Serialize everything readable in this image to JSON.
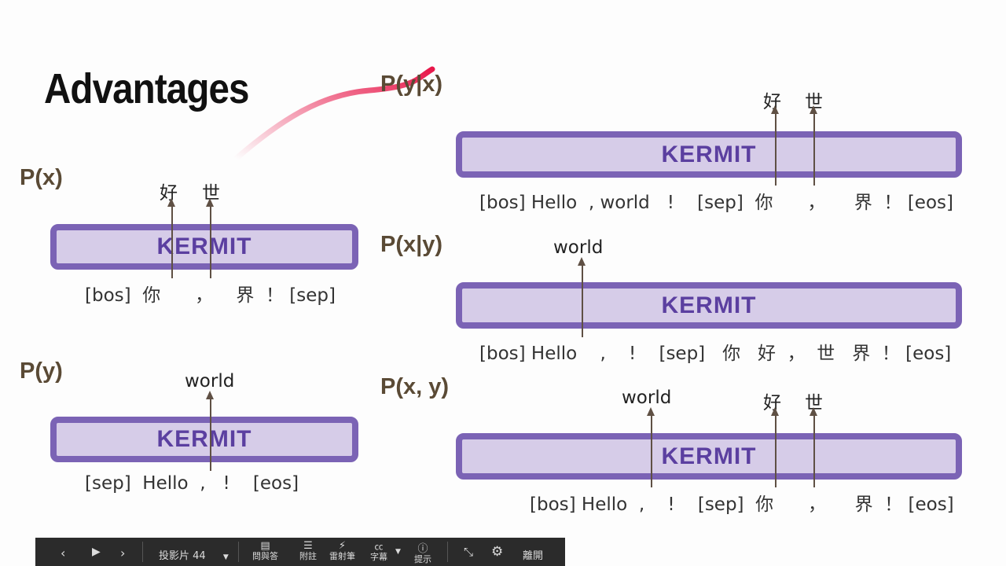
{
  "slide": {
    "title": "Advantages",
    "panels": {
      "px": {
        "label": "P(x)",
        "model": "KERMIT",
        "tokens": "[bos]  你      ，    界  ！ [sep]",
        "outputs": [
          "好",
          "世"
        ]
      },
      "py": {
        "label": "P(y)",
        "model": "KERMIT",
        "tokens": "[sep]  Hello  ,   !    [eos]",
        "outputs": [
          "world"
        ]
      },
      "pyx": {
        "label": "P(y|x)",
        "model": "KERMIT",
        "tokens": "[bos] Hello  , world   !    [sep]  你      ，     界  ！ [eos]",
        "outputs": [
          "好",
          "世"
        ]
      },
      "pxy": {
        "label": "P(x|y)",
        "model": "KERMIT",
        "tokens": "[bos] Hello    ,    !    [sep]   你   好  ，  世   界  ！ [eos]",
        "outputs": [
          "world"
        ]
      },
      "pxyj": {
        "label": "P(x, y)",
        "model": "KERMIT",
        "tokens": "[bos] Hello  ,    !    [sep]  你      ，     界  ！ [eos]",
        "outputs": [
          "world",
          "好",
          "世"
        ]
      }
    }
  },
  "toolbar": {
    "slide_label": "投影片 44",
    "qa": "問與答",
    "notes": "附註",
    "toolbox": "雷射筆",
    "captions": "字幕",
    "hint": "提示",
    "leave": "離開",
    "colors": {
      "bg": "#2b2b2b",
      "text": "#dcdcdc"
    }
  },
  "colors": {
    "kermit_fill": "#d6cce8",
    "kermit_border": "#7b63b5",
    "kermit_text": "#5b3fa0",
    "label": "#5a4a35",
    "laser": "#e8174a"
  }
}
